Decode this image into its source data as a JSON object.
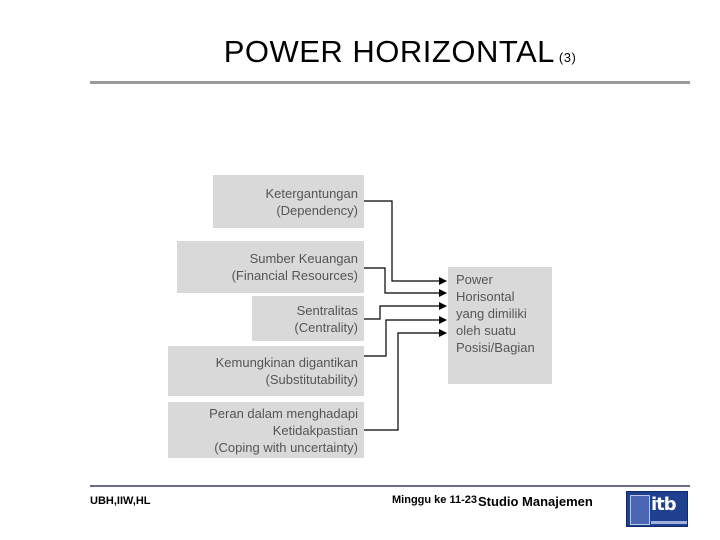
{
  "title": {
    "main": "POWER HORIZONTAL",
    "suffix": "(3)"
  },
  "sources": [
    {
      "lines": [
        "Ketergantungan",
        "(Dependency)"
      ]
    },
    {
      "lines": [
        "Sumber Keuangan",
        "(Financial Resources)"
      ]
    },
    {
      "lines": [
        "Sentralitas",
        "(Centrality)"
      ]
    },
    {
      "lines": [
        "Kemungkinan digantikan",
        "(Substitutability)"
      ]
    },
    {
      "lines": [
        "Peran dalam menghadapi",
        "Ketidakpastian",
        "(Coping with uncertainty)"
      ]
    }
  ],
  "target": {
    "lines": [
      "Power",
      "Horisontal",
      "yang dimiliki",
      "oleh suatu",
      "Posisi/Bagian"
    ]
  },
  "footer": {
    "authors": "UBH,IIW,HL",
    "week": "Minggu ke 11-23",
    "course": "Studio Manajemen",
    "logo_text": "itb"
  },
  "colors": {
    "box_fill": "#d9d9d9",
    "box_text": "#555555",
    "rule": "#9a9a9a",
    "logo": "#1f3f8f"
  }
}
